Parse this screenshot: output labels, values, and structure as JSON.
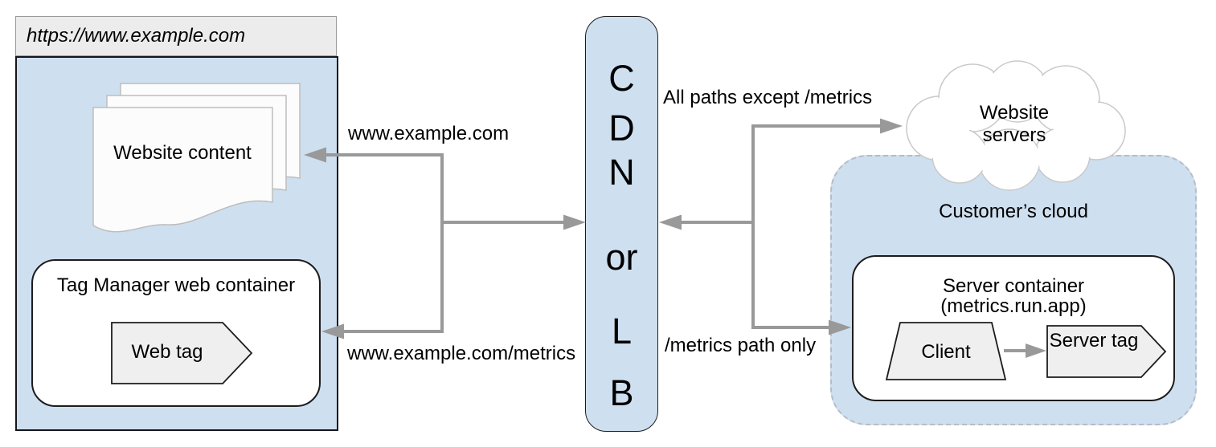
{
  "browser": {
    "url": "https://www.example.com",
    "content_label": "Website content",
    "tag_manager_label": "Tag Manager web container",
    "web_tag_label": "Web tag"
  },
  "cdn_lb": {
    "lines": [
      "C",
      "D",
      "N",
      "or",
      "L",
      "B"
    ]
  },
  "connectors": {
    "www_label": "www.example.com",
    "www_metrics_label": "www.example.com/metrics",
    "all_paths_label": "All paths except /metrics",
    "metrics_only_label": "/metrics path only"
  },
  "website_servers": {
    "label": "Website servers"
  },
  "customer_cloud": {
    "label": "Customer’s cloud",
    "server_container": {
      "title": "Server container",
      "subtitle": "(metrics.run.app)",
      "client_label": "Client",
      "server_tag_label": "Server tag"
    }
  },
  "icons": {
    "pages": "document-stack-icon",
    "cloud": "cloud-icon",
    "web_tag": "tag-pentagon-icon",
    "server_tag": "tag-pentagon-icon",
    "client": "trapezoid-icon"
  },
  "colors": {
    "light_blue": "#cedff0",
    "arrow_gray": "#999999",
    "shape_fill": "#efefef",
    "shape_border": "#1c1c1c",
    "box_border": "#14161a",
    "page_fill": "#fcfcfc",
    "page_border": "#bdbdbd",
    "cloud_border": "#c9c9c9",
    "dashed_border": "#b6bcc4",
    "header_fill": "#ececec",
    "header_border": "#9a9a9a",
    "text": "#000000"
  }
}
